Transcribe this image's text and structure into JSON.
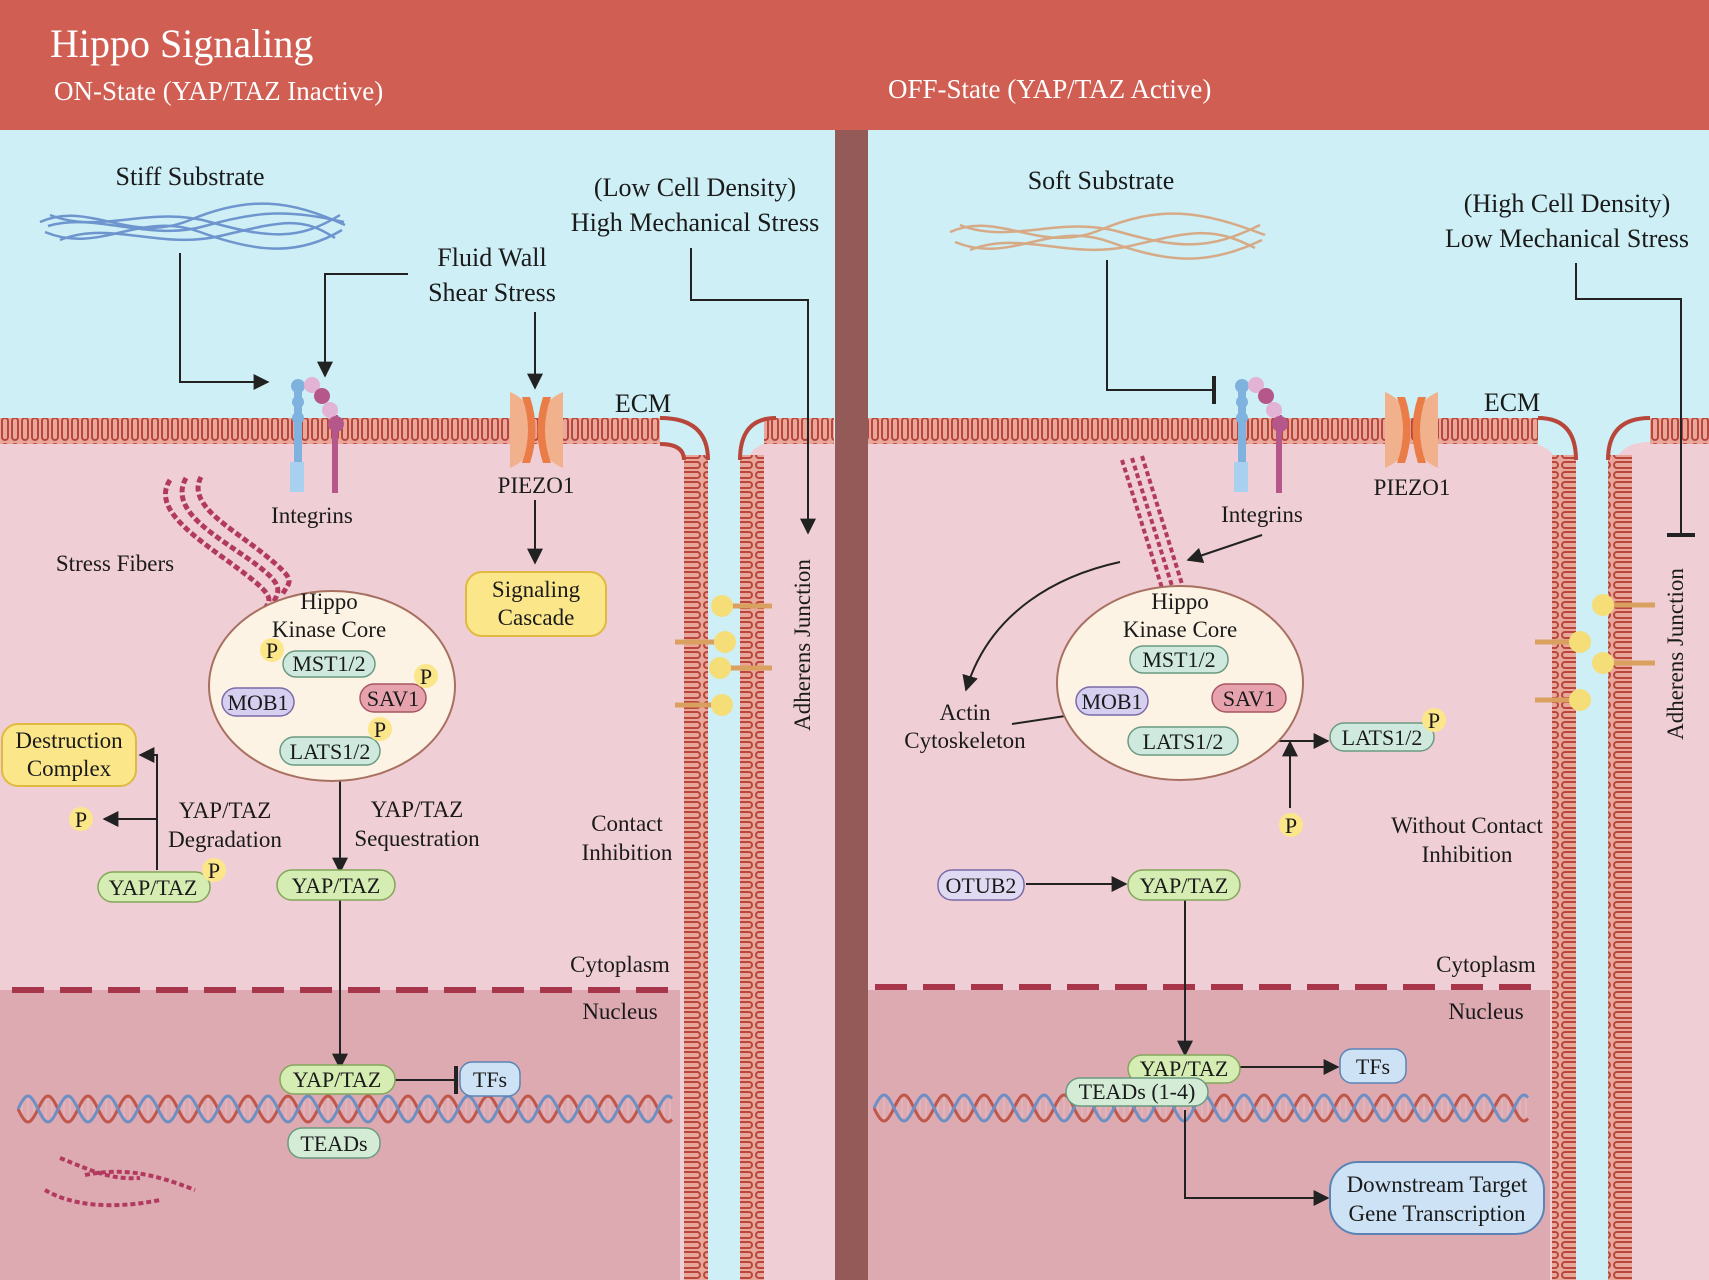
{
  "header": {
    "title": "Hippo Signaling",
    "on_state": "ON-State (YAP/TAZ Inactive)",
    "off_state": "OFF-State (YAP/TAZ Active)"
  },
  "left": {
    "stiff_substrate": "Stiff Substrate",
    "low_density": "(Low Cell Density)",
    "high_stress": "High Mechanical Stress",
    "fluid_wall": "Fluid Wall",
    "shear_stress": "Shear Stress",
    "ecm": "ECM",
    "integrins": "Integrins",
    "piezo1": "PIEZO1",
    "stress_fibers": "Stress Fibers",
    "hippo": "Hippo",
    "kinase_core": "Kinase Core",
    "mst": "MST1/2",
    "mob1": "MOB1",
    "sav1": "SAV1",
    "lats": "LATS1/2",
    "p": "P",
    "signaling": "Signaling",
    "cascade": "Cascade",
    "destruction": "Destruction",
    "complex": "Complex",
    "yaptaz_deg_1": "YAP/TAZ",
    "yaptaz_deg_2": "Degradation",
    "yaptaz_seq_1": "YAP/TAZ",
    "yaptaz_seq_2": "Sequestration",
    "yaptaz": "YAP/TAZ",
    "contact": "Contact",
    "inhibition": "Inhibition",
    "adherens": "Adherens Junction",
    "cytoplasm": "Cytoplasm",
    "nucleus": "Nucleus",
    "tfs": "TFs",
    "teads": "TEADs"
  },
  "right": {
    "soft_substrate": "Soft Substrate",
    "high_density": "(High Cell Density)",
    "low_stress": "Low Mechanical Stress",
    "ecm": "ECM",
    "integrins": "Integrins",
    "piezo1": "PIEZO1",
    "hippo": "Hippo",
    "kinase_core": "Kinase Core",
    "mst": "MST1/2",
    "mob1": "MOB1",
    "sav1": "SAV1",
    "lats": "LATS1/2",
    "p": "P",
    "actin": "Actin",
    "cytoskeleton": "Cytoskeleton",
    "without_contact": "Without Contact",
    "inhibition": "Inhibition",
    "otub2": "OTUB2",
    "yaptaz": "YAP/TAZ",
    "adherens": "Adherens Junction",
    "cytoplasm": "Cytoplasm",
    "nucleus": "Nucleus",
    "tfs": "TFs",
    "teads": "TEADs (1-4)",
    "downstream_1": "Downstream Target",
    "downstream_2": "Gene Transcription"
  },
  "colors": {
    "header": "#d05e52",
    "ecm": "#cdeff5",
    "cytoplasm": "#efcfd5",
    "nucleus": "#deaab2",
    "membrane": "#c0574b",
    "divider": "#935a58",
    "green_pill": "#d5ecb3",
    "blue_pill": "#cde3f5",
    "yellow_box": "#fbe68a"
  }
}
